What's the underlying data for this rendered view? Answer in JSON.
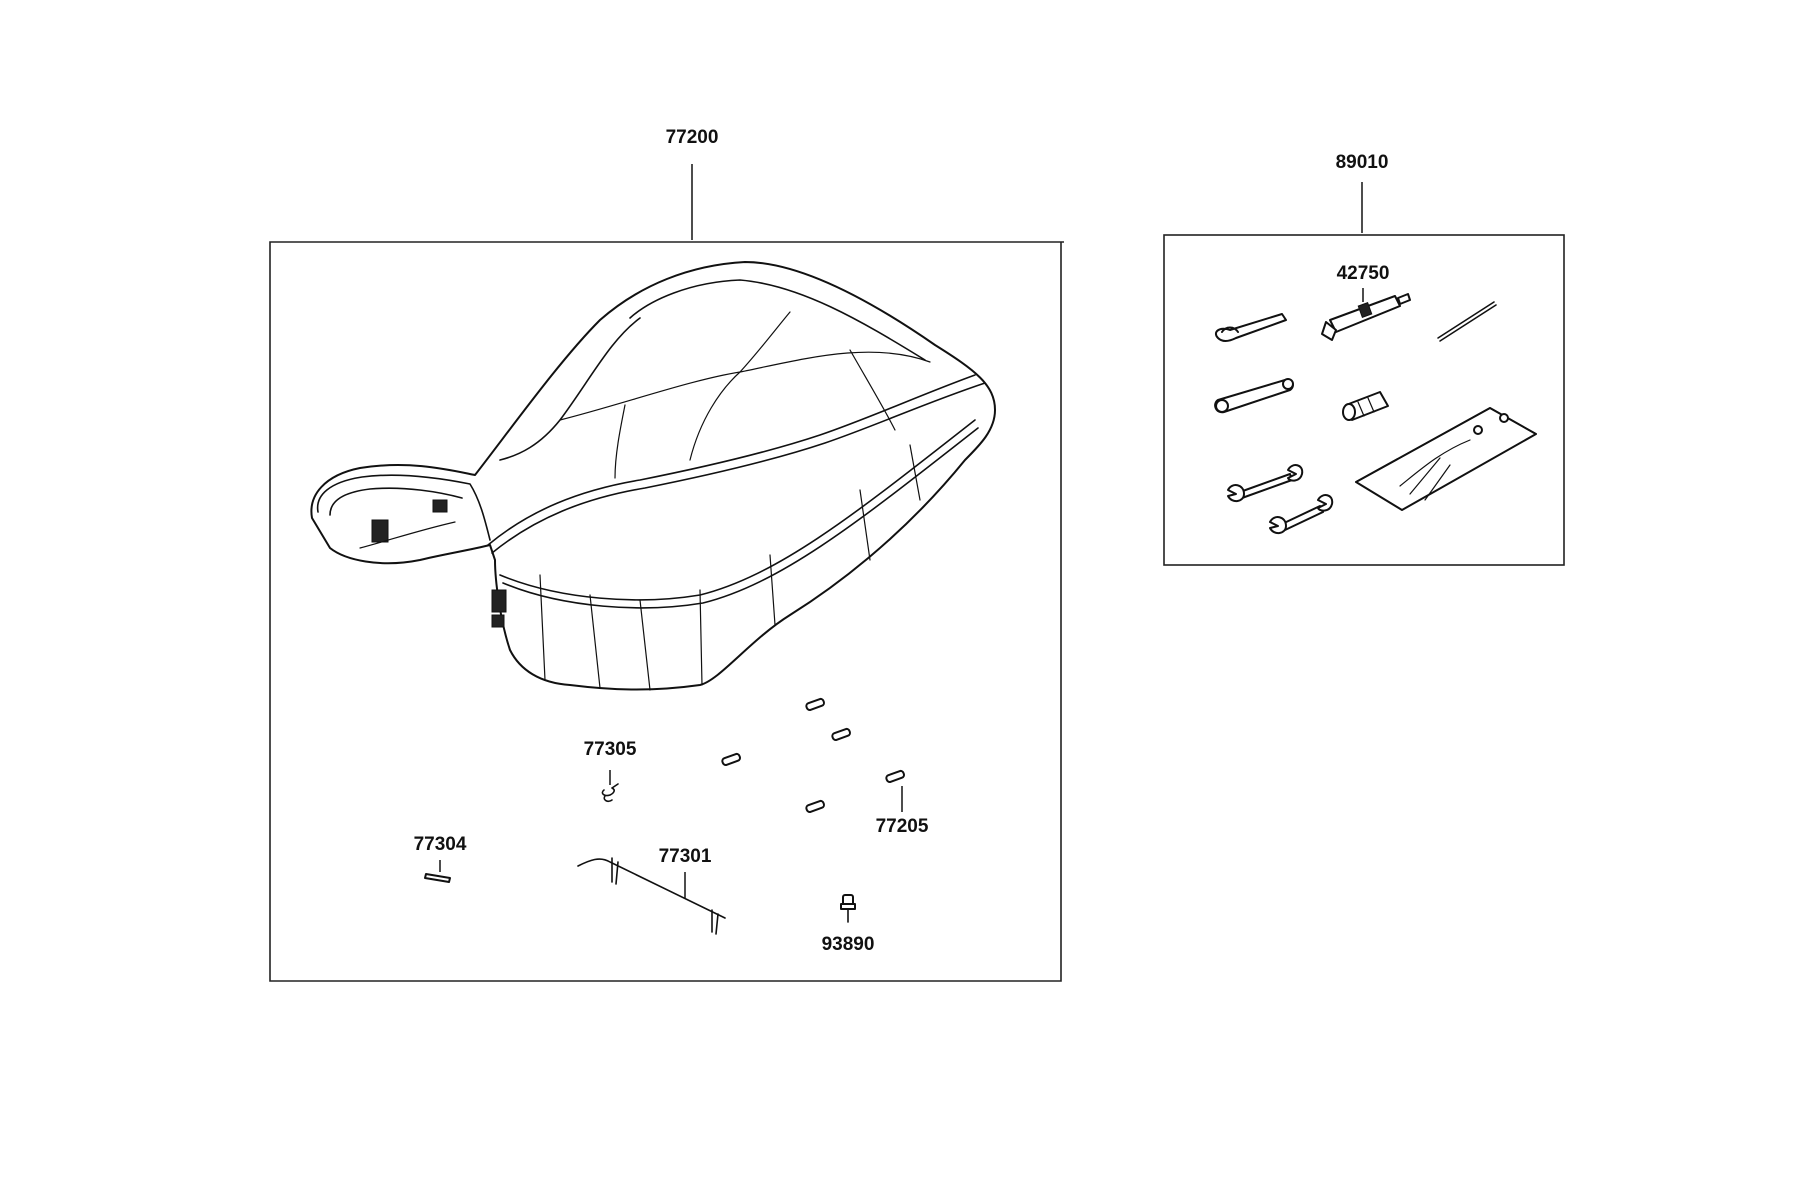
{
  "labels": {
    "seat_assembly": "77200",
    "tool_kit": "89010",
    "tool_item": "42750",
    "seat_part_77305": "77305",
    "seat_part_77304": "77304",
    "seat_part_77301": "77301",
    "seat_part_77205": "77205",
    "seat_part_93890": "93890"
  }
}
